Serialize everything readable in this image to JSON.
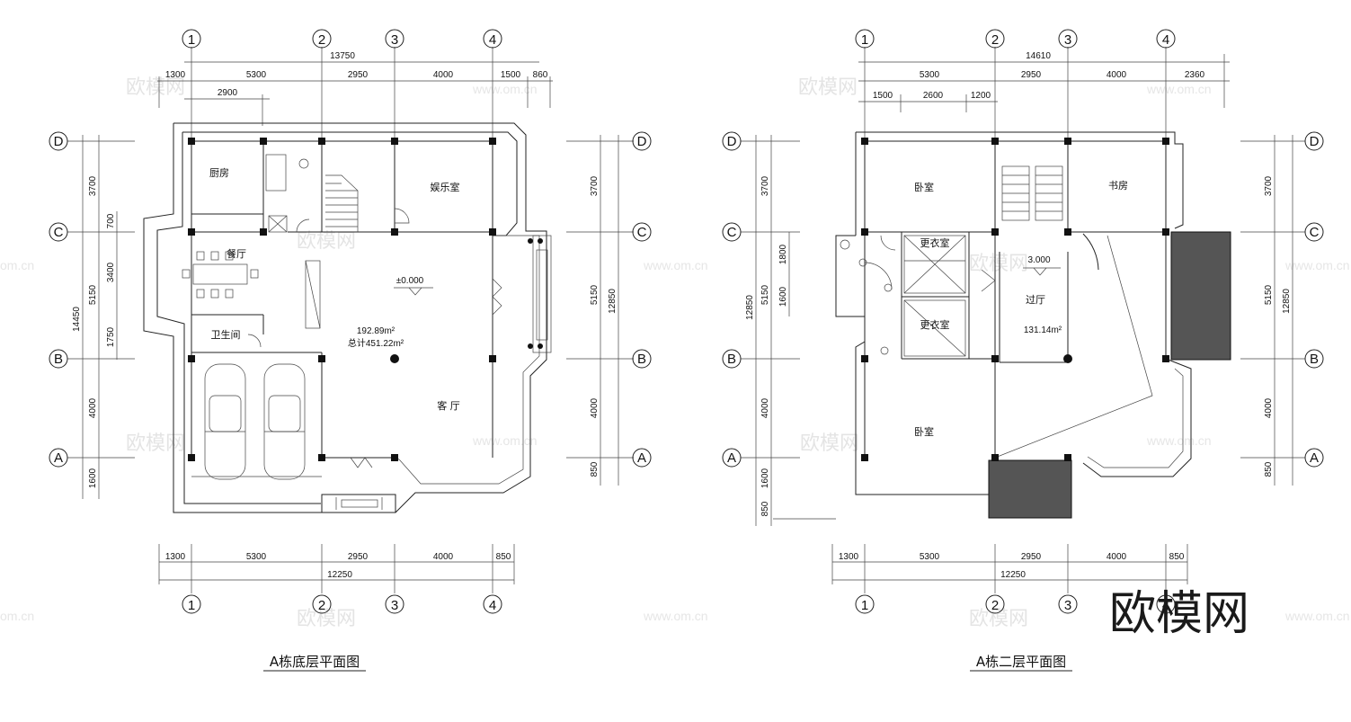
{
  "watermarks": {
    "brand": "欧模网",
    "site": "www.om.cn",
    "site_short": "om.cn"
  },
  "plan_ground": {
    "title": "A栋底层平面图",
    "axes_num": [
      "1",
      "2",
      "3",
      "4"
    ],
    "axes_letter": [
      "D",
      "C",
      "B",
      "A"
    ],
    "top_total": "13750",
    "top_dims": [
      "1300",
      "5300",
      "2950",
      "4000",
      "1500",
      "860"
    ],
    "top_sub": "2900",
    "bottom_dims": [
      "1300",
      "5300",
      "2950",
      "4000",
      "850"
    ],
    "bottom_total": "12250",
    "left_total": "14450",
    "left_dims": [
      "3700",
      "700",
      "5150",
      "3400",
      "1750",
      "4000",
      "1600"
    ],
    "right_dims": [
      "3700",
      "5150",
      "4000",
      "850"
    ],
    "right_total": "12850",
    "rooms": {
      "kitchen": "厨房",
      "entertainment": "娱乐室",
      "dining": "餐厅",
      "bath": "卫生间",
      "living": "客  厅"
    },
    "elevation": "±0.000",
    "area1": "192.89m²",
    "area2": "总计451.22m²"
  },
  "plan_second": {
    "title": "A栋二层平面图",
    "axes_num": [
      "1",
      "2",
      "3",
      "4"
    ],
    "axes_letter": [
      "D",
      "C",
      "B",
      "A"
    ],
    "top_total": "14610",
    "top_dims": [
      "5300",
      "2950",
      "4000",
      "2360"
    ],
    "top_sub": [
      "1500",
      "2600",
      "1200"
    ],
    "bottom_dims": [
      "1300",
      "5300",
      "2950",
      "4000",
      "850"
    ],
    "bottom_total": "12250",
    "left_total": "12850",
    "left_dims": [
      "3700",
      "5150",
      "1800",
      "1600",
      "4000",
      "1600",
      "850"
    ],
    "right_dims": [
      "3700",
      "5150",
      "4000",
      "850"
    ],
    "right_total": "12850",
    "rooms": {
      "bedroom1": "卧室",
      "study": "书房",
      "closet1": "更衣室",
      "closet2": "更衣室",
      "hall": "过厅",
      "bedroom2": "卧室"
    },
    "elevation": "3.000",
    "area": "131.14m²"
  }
}
